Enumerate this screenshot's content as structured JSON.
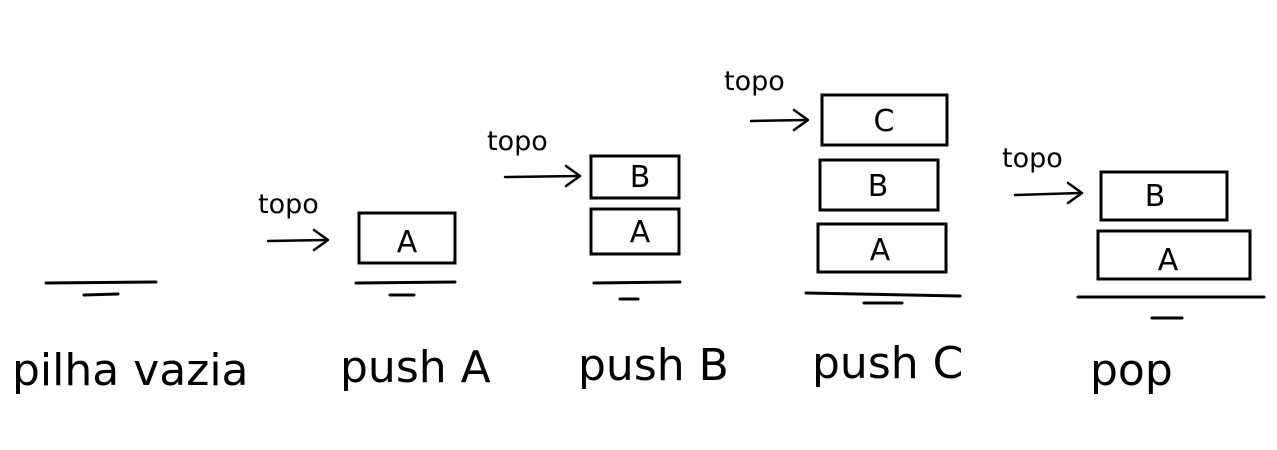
{
  "states": [
    {
      "caption": "pilha vazia",
      "pointer_label": "",
      "stack": []
    },
    {
      "caption": "push A",
      "pointer_label": "topo",
      "stack": [
        "A"
      ]
    },
    {
      "caption": "push B",
      "pointer_label": "topo",
      "stack": [
        "B",
        "A"
      ]
    },
    {
      "caption": "push C",
      "pointer_label": "topo",
      "stack": [
        "C",
        "B",
        "A"
      ]
    },
    {
      "caption": "pop",
      "pointer_label": "topo",
      "stack": [
        "B",
        "A"
      ]
    }
  ]
}
